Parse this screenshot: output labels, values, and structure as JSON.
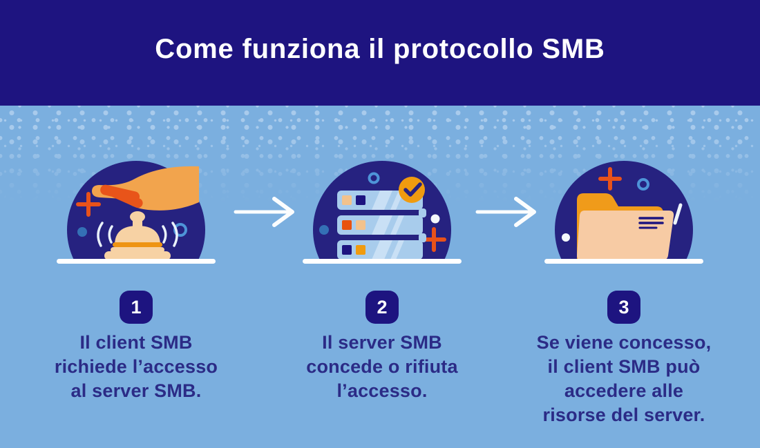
{
  "header": {
    "title": "Come funziona il protocollo SMB"
  },
  "steps": [
    {
      "number": "1",
      "caption": "Il client SMB\nrichiede l’accesso\nal server SMB.",
      "icon": "hand-ringing-service-bell"
    },
    {
      "number": "2",
      "caption": "Il server SMB\nconcede o rifiuta\nl’accesso.",
      "icon": "server-stack-with-check-badge"
    },
    {
      "number": "3",
      "caption": "Se viene concesso,\nil client SMB può\naccedere alle\nrisorse del server.",
      "icon": "open-folder-with-documents"
    }
  ],
  "arrows": [
    {
      "name": "arrow-step1-to-step2",
      "direction": "right"
    },
    {
      "name": "arrow-step2-to-step3",
      "direction": "right"
    }
  ],
  "colors": {
    "banner_navy": "#1e1480",
    "background_blue": "#7bafdf",
    "circle_navy": "#262280",
    "speckle_blue": "#a9cbec",
    "badge_navy": "#1d1480",
    "text_navy": "#2b2b86",
    "accent_orange": "#f09b0f",
    "accent_red_orange": "#e8521a",
    "hand_tan": "#f2a44d",
    "bell_cream": "#f7d2a4",
    "server_light_blue": "#a8ccec",
    "white": "#ffffff"
  }
}
